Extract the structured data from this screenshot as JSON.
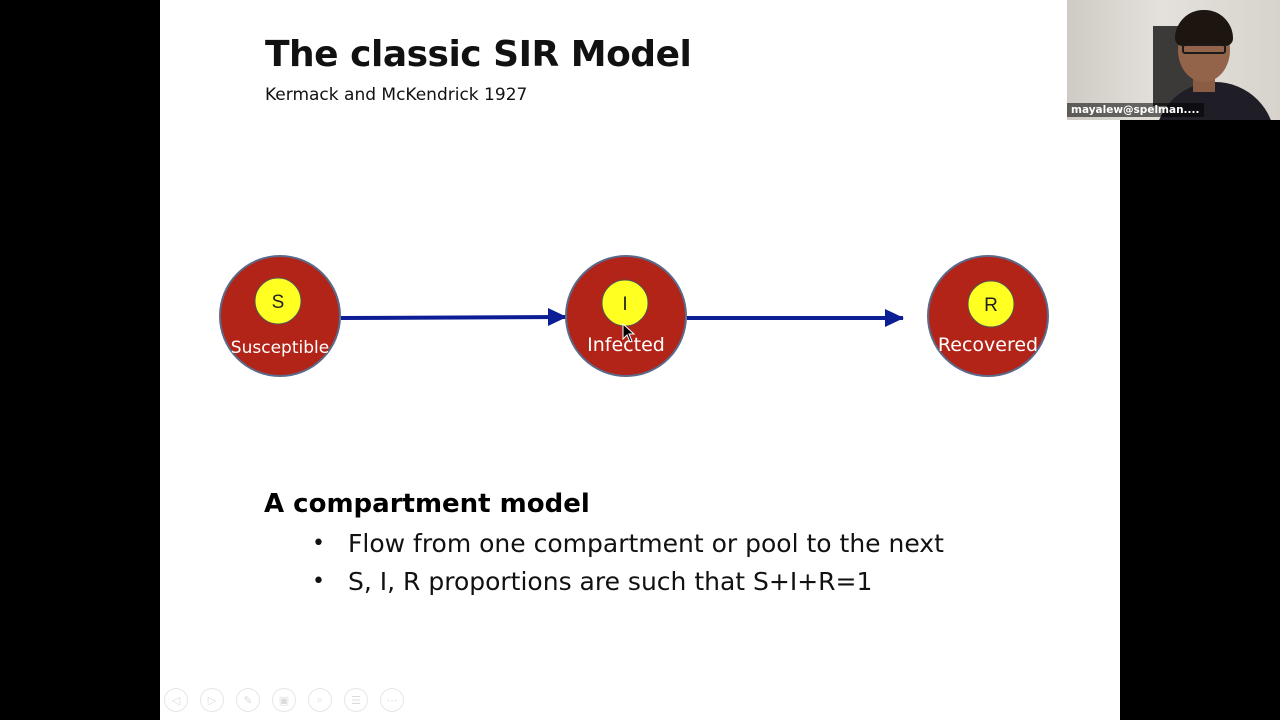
{
  "slide": {
    "title": "The classic SIR Model",
    "subtitle": "Kermack and McKendrick 1927",
    "section_heading": "A compartment model",
    "bullets": [
      "Flow from one compartment or pool to the next",
      "S, I, R proportions are such that S+I+R=1"
    ]
  },
  "diagram": {
    "nodes": [
      {
        "letter": "S",
        "label": "Susceptible"
      },
      {
        "letter": "I",
        "label": "Infected"
      },
      {
        "letter": "R",
        "label": "Recovered"
      }
    ],
    "colors": {
      "compartment_fill": "#B22318",
      "compartment_stroke": "#5A6A8A",
      "badge_fill": "#FFFF22",
      "arrow": "#0C1E96"
    }
  },
  "toolbar": {
    "icons": [
      "prev-icon",
      "next-icon",
      "pen-icon",
      "slides-icon",
      "zoom-icon",
      "menu-icon",
      "more-icon"
    ]
  },
  "participant": {
    "name": "mayalew@spelman...."
  }
}
